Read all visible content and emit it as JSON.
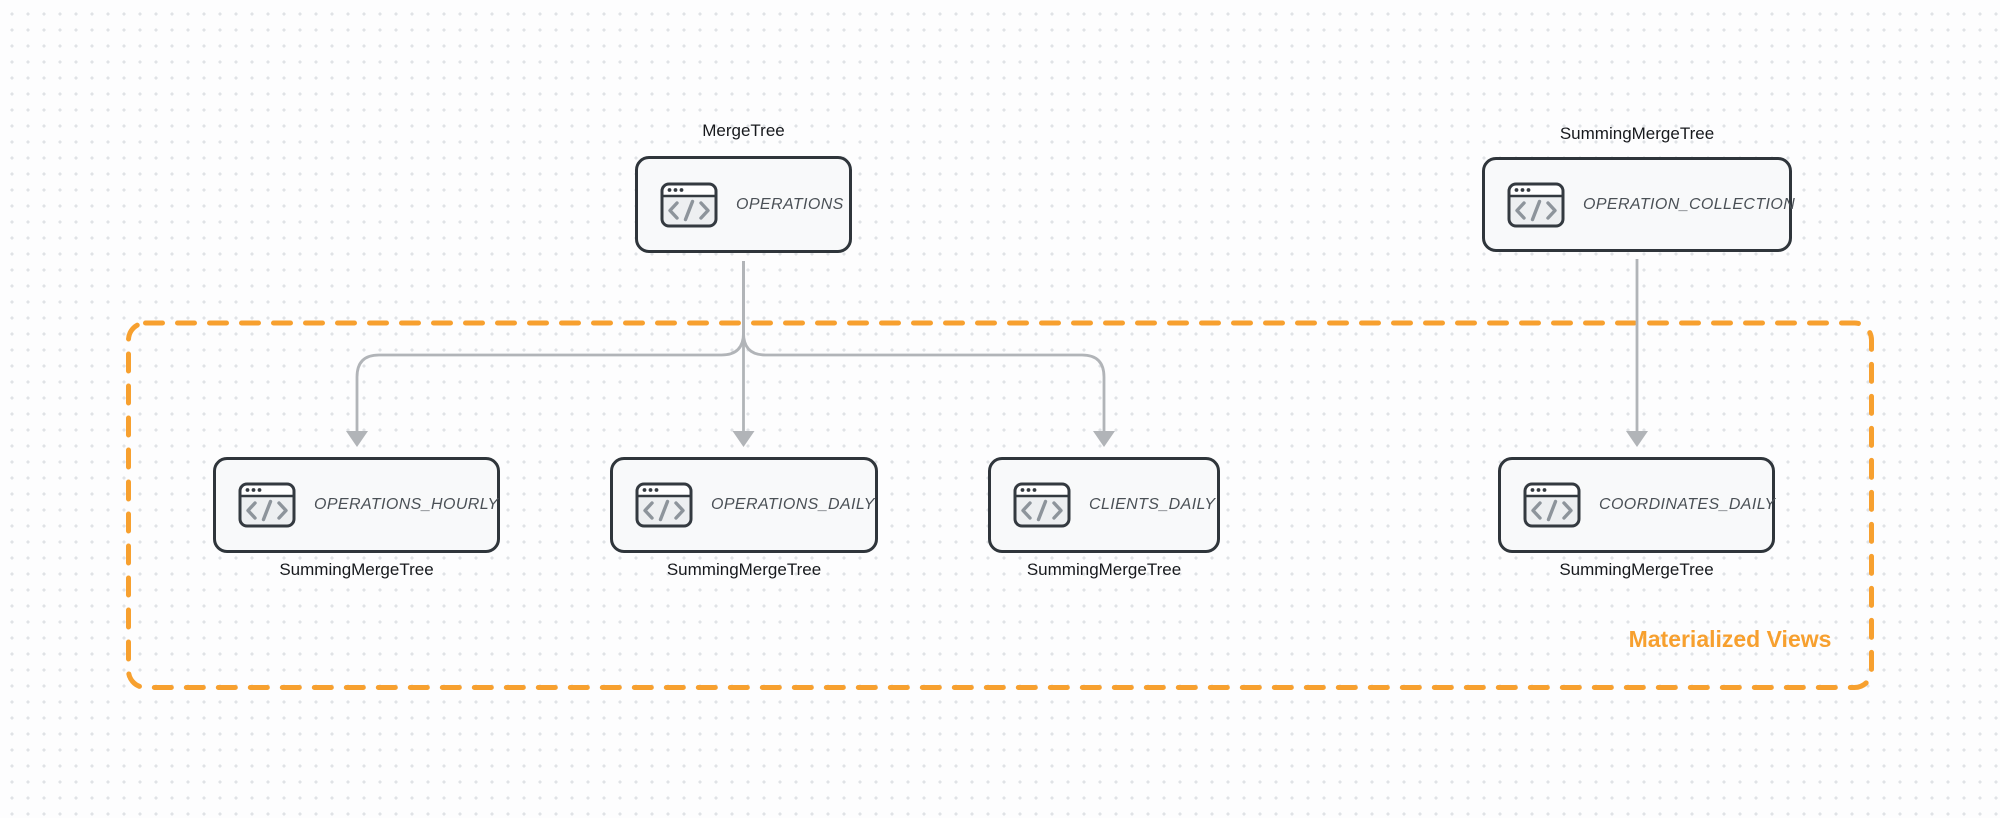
{
  "diagram": {
    "group_label": "Materialized Views",
    "nodes": [
      {
        "table": "OPERATIONS",
        "engine": "MergeTree",
        "engine_position": "above",
        "icon": "code-window-icon"
      },
      {
        "table": "OPERATION_COLLECTION",
        "engine": "SummingMergeTree",
        "engine_position": "above",
        "icon": "code-window-icon"
      },
      {
        "table": "OPERATIONS_HOURLY",
        "engine": "SummingMergeTree",
        "engine_position": "below",
        "icon": "code-window-icon"
      },
      {
        "table": "OPERATIONS_DAILY",
        "engine": "SummingMergeTree",
        "engine_position": "below",
        "icon": "code-window-icon"
      },
      {
        "table": "CLIENTS_DAILY",
        "engine": "SummingMergeTree",
        "engine_position": "below",
        "icon": "code-window-icon"
      },
      {
        "table": "COORDINATES_DAILY",
        "engine": "SummingMergeTree",
        "engine_position": "below",
        "icon": "code-window-icon"
      }
    ],
    "edges": [
      {
        "from": "OPERATIONS",
        "to": "OPERATIONS_HOURLY"
      },
      {
        "from": "OPERATIONS",
        "to": "OPERATIONS_DAILY"
      },
      {
        "from": "OPERATIONS",
        "to": "CLIENTS_DAILY"
      },
      {
        "from": "OPERATION_COLLECTION",
        "to": "COORDINATES_DAILY"
      }
    ],
    "colors": {
      "accent_orange": "#f7a02f",
      "arrow_gray": "#b1b4b8",
      "node_border": "#2f353b",
      "node_fill": "#f8f9fa",
      "table_text": "#4a5056",
      "engine_text": "#17191d",
      "grid_dot": "#e0e2e6",
      "background": "#fdfdfe"
    }
  }
}
